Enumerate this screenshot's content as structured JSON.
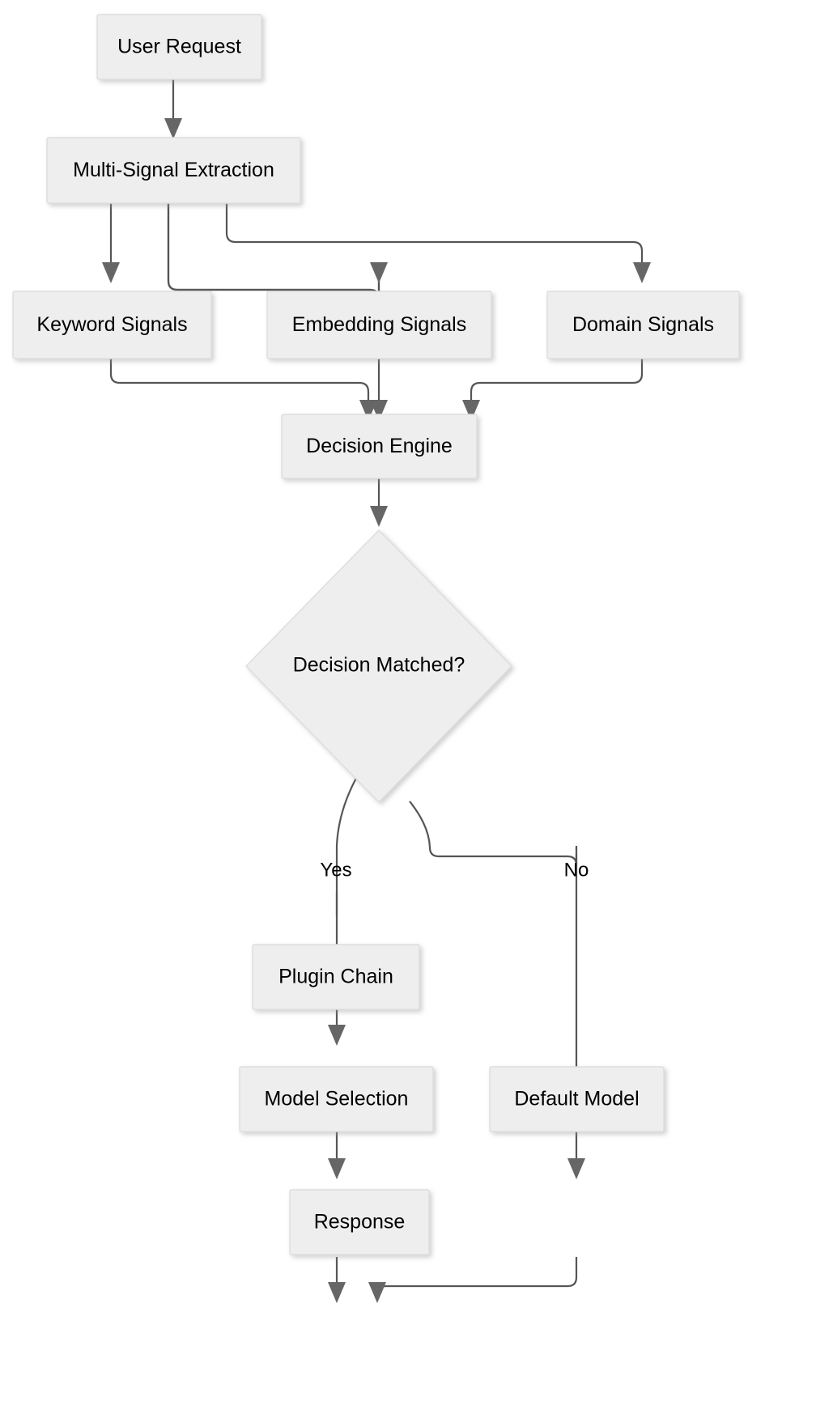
{
  "diagram": {
    "type": "flowchart",
    "direction": "top-to-bottom",
    "background_color": "#ffffff",
    "node_fill_color": "#eeeeee",
    "node_border_color": "#dddddd",
    "edge_color": "#555555",
    "arrowhead_color": "#666666",
    "text_color": "#000000"
  },
  "nodes": {
    "user_request": {
      "label": "User Request",
      "shape": "rect"
    },
    "multi_signal_extraction": {
      "label": "Multi-Signal Extraction",
      "shape": "rect"
    },
    "keyword_signals": {
      "label": "Keyword Signals",
      "shape": "rect"
    },
    "embedding_signals": {
      "label": "Embedding Signals",
      "shape": "rect"
    },
    "domain_signals": {
      "label": "Domain Signals",
      "shape": "rect"
    },
    "decision_engine": {
      "label": "Decision Engine",
      "shape": "rect"
    },
    "decision_matched": {
      "label": "Decision Matched?",
      "shape": "diamond"
    },
    "plugin_chain": {
      "label": "Plugin Chain",
      "shape": "rect"
    },
    "model_selection": {
      "label": "Model Selection",
      "shape": "rect"
    },
    "default_model": {
      "label": "Default Model",
      "shape": "rect"
    },
    "response": {
      "label": "Response",
      "shape": "rect"
    }
  },
  "edge_labels": {
    "yes": "Yes",
    "no": "No"
  },
  "edges": [
    {
      "from": "user_request",
      "to": "multi_signal_extraction",
      "label": ""
    },
    {
      "from": "multi_signal_extraction",
      "to": "keyword_signals",
      "label": ""
    },
    {
      "from": "multi_signal_extraction",
      "to": "embedding_signals",
      "label": ""
    },
    {
      "from": "multi_signal_extraction",
      "to": "domain_signals",
      "label": ""
    },
    {
      "from": "keyword_signals",
      "to": "decision_engine",
      "label": ""
    },
    {
      "from": "embedding_signals",
      "to": "decision_engine",
      "label": ""
    },
    {
      "from": "domain_signals",
      "to": "decision_engine",
      "label": ""
    },
    {
      "from": "decision_engine",
      "to": "decision_matched",
      "label": ""
    },
    {
      "from": "decision_matched",
      "to": "plugin_chain",
      "label": "Yes"
    },
    {
      "from": "decision_matched",
      "to": "default_model",
      "label": "No"
    },
    {
      "from": "plugin_chain",
      "to": "model_selection",
      "label": ""
    },
    {
      "from": "model_selection",
      "to": "response",
      "label": ""
    },
    {
      "from": "default_model",
      "to": "response",
      "label": ""
    }
  ]
}
